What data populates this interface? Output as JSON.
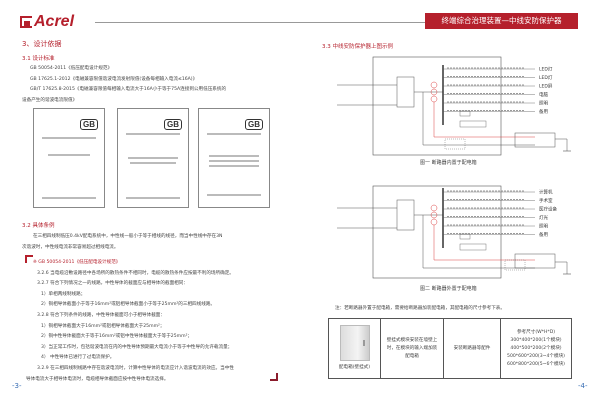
{
  "header": {
    "logo": "Acrel",
    "banner": "终端综合治理装置—中线安防保护器"
  },
  "left": {
    "section_title": "3、设计依据",
    "sub1_title": "3.1 设计标准",
    "standards": [
      "GB 50054-2011《低压配电设计规范》",
      "GB 17625.1-2012《电磁兼容限值谐波电流发射限值(设备每相输入电流≤16A)》",
      "GB/T 17625.8-2015《电磁兼容限值每相输入电流大于16A小于等于75A连接到公用低压系统的",
      "设备产生的谐波电流限值》"
    ],
    "sub2_title": "3.2 具体条例",
    "paragraph": [
      "在三相四线制低压0.4kV配电系统中，中性线一般小于等于相线的线径，而当中性线中存在3N",
      "次谐波时，中性线电流非常容易超过相线电流。"
    ],
    "quote": [
      "※ GB 50054-2011《低压配电设计规范》",
      "3.2.6 当电缆沿敷设路径中各场所的散热条件不相同时，电缆的散热条件应按最不利的场所确定。",
      "3.2.7 符合下列情况之一的线路，中性导体的截面应与相导体的截面相同：",
      "1）单相两线制线路；",
      "2）铜相导体截面小于等于16mm²或铝相导体截面小于等于25mm²的三相四线线路。",
      "3.2.8 符合下列条件的线路，中性导体截面可小于相导体截面：",
      "1）铜相导体截面大于16mm²或铝相导体截面大于25mm²；",
      "2）铜中性导体截面大于等于16mm²或铝中性导体截面大于等于25mm²；",
      "3）当正常工作时，包括谐波电流在内的中性导体预期最大电流小于等于中性导的允许载流量；",
      "4） 中性导体已进行了过电流保护。",
      "3.2.9 在三相四线制线路中存在谐波电流时，计算中性导体的电流应计入谐波电流的效应。当中性",
      "导体电流大于相导体电流时，电缆相导体截面应按中性导体电流选择。"
    ],
    "page_number": "-3-"
  },
  "right": {
    "sub3_title": "3.3 中线安防保护器上图示例",
    "figure1": {
      "caption": "图一 断路器内置于配电箱",
      "loads": [
        "LED灯",
        "LED灯",
        "LED屏",
        "电脑",
        "照明",
        "备用"
      ]
    },
    "figure2": {
      "caption": "图二 断路器外置于配电箱",
      "loads": [
        "计算机",
        "手术室",
        "医疗设备",
        "灯光",
        "照明",
        "备用"
      ]
    },
    "note": "注：若断路器外置于配电箱，需要给断路器加装配电箱，其配电箱的尺寸参考下表。",
    "table": {
      "product": "配电箱(壁挂式)",
      "description": "壁挂式模块安装在墙壁上时，在模块的输入端加装配电箱",
      "purpose": "安装断路器等配件",
      "size_title": "参考尺寸(W*H*D)",
      "sizes": [
        "300*400*200(1个模块)",
        "400*500*200(2个模块)",
        "500*600*200(3~4个模块)",
        "600*800*200(5~6个模块)"
      ]
    },
    "page_number": "-4-"
  },
  "colors": {
    "brand": "#b5202c",
    "page_number": "#3a6fb5"
  }
}
